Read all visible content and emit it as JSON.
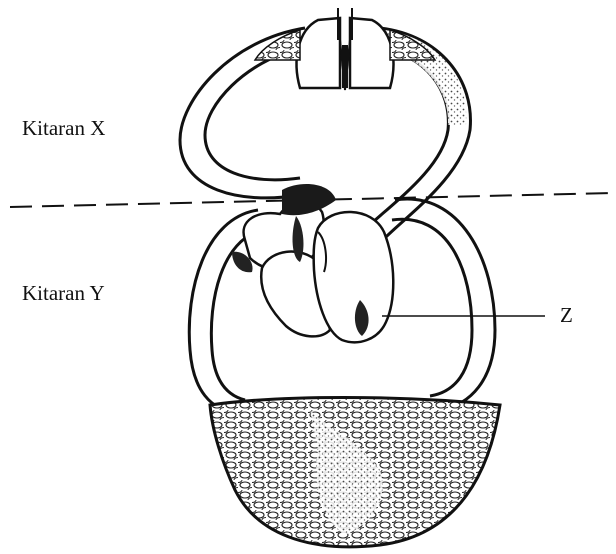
{
  "labels": {
    "circulation_x": "Kitaran X",
    "circulation_y": "Kitaran Y",
    "part_z": "Z"
  },
  "colors": {
    "ink": "#111111",
    "paper": "#ffffff",
    "stipple": "#3a3a3a"
  }
}
